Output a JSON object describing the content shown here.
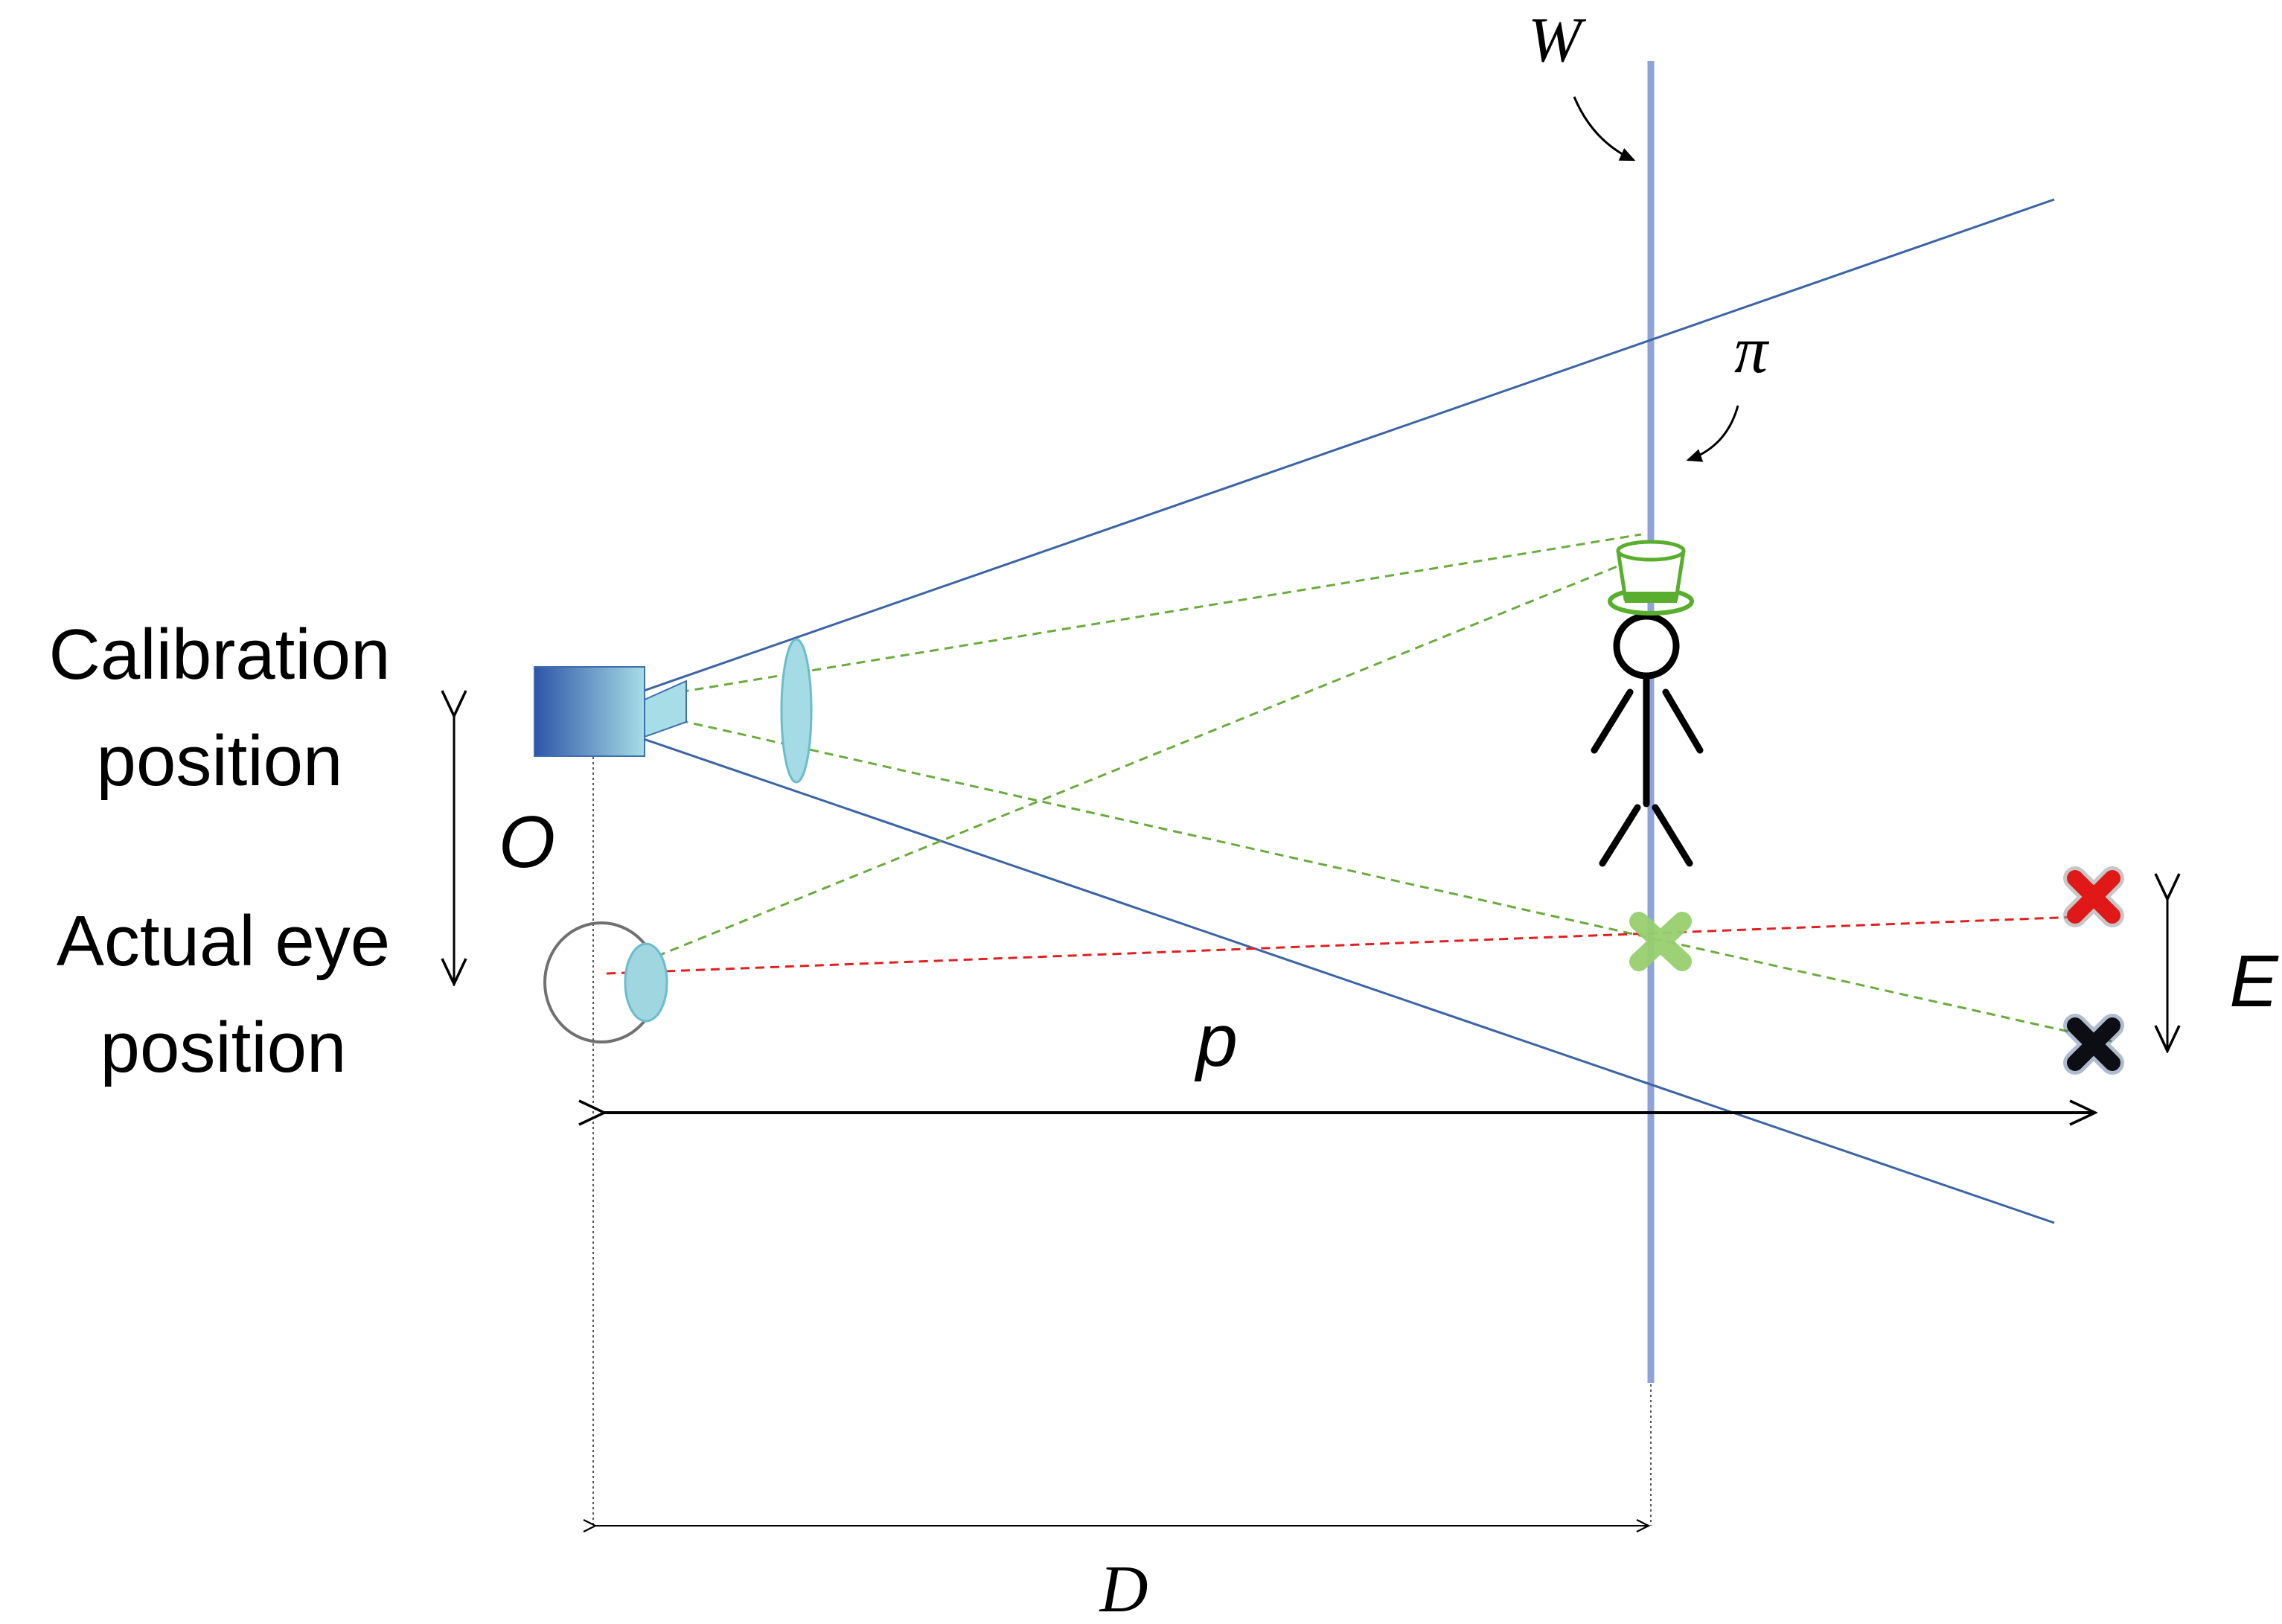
{
  "labels": {
    "w_label": "W",
    "pi_label": "π",
    "calibration_line1": "Calibration",
    "calibration_line2": "position",
    "o_label": "O",
    "actual_eye_line1": "Actual eye",
    "actual_eye_line2": "position",
    "p_label": "p",
    "e_label": "E",
    "d_label": "D"
  },
  "colors": {
    "background": "#ffffff",
    "view_frustum_line": "#3a64a6",
    "screen_plane": "#8fa3d8",
    "camera_dark": "#2e55a8",
    "camera_light": "#9ed9e3",
    "lens": "#9fd6e0",
    "green_ray": "#6aab3e",
    "red_ray": "#e02020",
    "green_marker": "#97cf6f",
    "red_marker": "#e01818",
    "black_marker": "#0d0d14",
    "figure": "#000000",
    "hat": "#5aae2e",
    "arrow": "#000000",
    "eye_outline": "#707070",
    "leader_line": "#555555"
  },
  "icons": {
    "camera": "camera-icon",
    "eye": "eye-icon",
    "stick_figure": "stick-figure-icon",
    "hat": "top-hat-icon",
    "red_cross": "red-cross-icon",
    "black_cross": "black-cross-icon",
    "green_cross": "green-cross-icon"
  }
}
